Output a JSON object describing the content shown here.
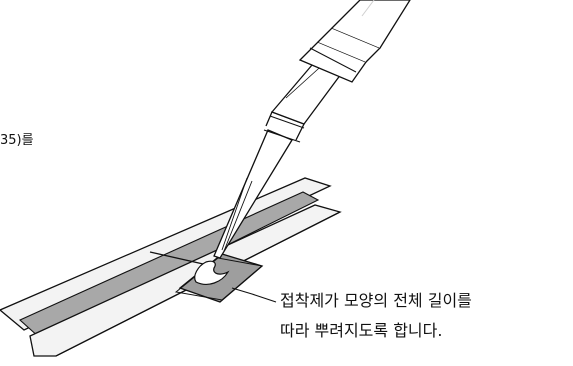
{
  "left_text": "35)를",
  "callout": {
    "line1": "접착제가 모양의 전체 길이를",
    "line2": "따라 뿌려지도록 합니다."
  },
  "colors": {
    "outline": "#111111",
    "strip_gray": "#a6a6a6",
    "strip_light": "#f2f2f2"
  }
}
